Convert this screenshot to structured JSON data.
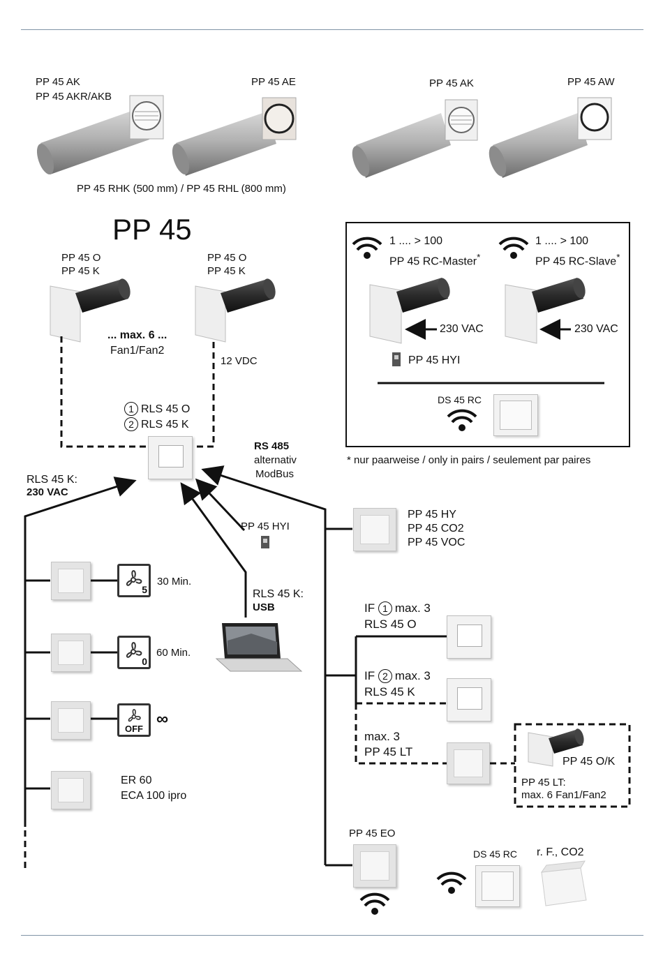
{
  "top_products": {
    "pp45ak_left": "PP 45 AK",
    "pp45akr": "PP 45 AKR/AKB",
    "pp45ae": "PP 45 AE",
    "pp45ak_right": "PP 45 AK",
    "pp45aw": "PP 45 AW",
    "tube_caption": "PP 45 RHK (500 mm) / PP 45 RHL (800 mm)"
  },
  "main": {
    "title": "PP 45",
    "unit1_line1": "PP 45 O",
    "unit1_line2": "PP 45 K",
    "unit2_line1": "PP 45 O",
    "unit2_line2": "PP 45 K",
    "max6": "... max. 6 ...",
    "fan12": "Fan1/Fan2",
    "vdc": "12 VDC",
    "rls_o_num": "1",
    "rls_o": "RLS 45 O",
    "rls_k_num": "2",
    "rls_k": "RLS 45 K",
    "rs485": "RS 485",
    "alternativ": "alternativ",
    "modbus": "ModBus",
    "rlsk_230_1": "RLS 45 K:",
    "rlsk_230_2": "230 VAC",
    "hyi_mid": "PP 45 HYI",
    "rlsk_usb_1": "RLS 45 K:",
    "rlsk_usb_2": "USB"
  },
  "legend": {
    "master_range": "1 .... > 100",
    "master_label": "PP 45 RC-Master",
    "slave_range": "1 .... > 100",
    "slave_label": "PP 45 RC-Slave",
    "asterisk": "*",
    "vac_left": "230 VAC",
    "vac_right": "230 VAC",
    "hyi": "PP 45 HYI",
    "ds45rc": "DS 45 RC",
    "footnote": "* nur paarweise / only in pairs / seulement par paires"
  },
  "switches": {
    "min30": "30 Min.",
    "min60": "60 Min.",
    "fan5": "5",
    "fan0": "0",
    "off": "OFF",
    "infinity": "∞",
    "er60": "ER 60",
    "eca": "ECA 100 ipro"
  },
  "right_side": {
    "sensor_1": "PP 45 HY",
    "sensor_2": "PP 45 CO2",
    "sensor_3": "PP 45 VOC",
    "if1_pre": "IF",
    "if1_num": "1",
    "if1_post": "max. 3",
    "if1_name": "RLS 45 O",
    "if2_pre": "IF",
    "if2_num": "2",
    "if2_post": "max. 3",
    "if2_name": "RLS 45 K",
    "lt_1": "max. 3",
    "lt_2": "PP 45 LT",
    "ok_unit": "PP 45 O/K",
    "lt_note_1": "PP 45 LT:",
    "lt_note_2": "max. 6 Fan1/Fan2",
    "eo": "PP 45 EO",
    "ds45rc": "DS 45 RC",
    "rf_co2": "r. F., CO2"
  },
  "colors": {
    "rule": "#7f93a6",
    "line": "#111111",
    "panel": "#e4e4e4",
    "tube": "#9a9a9a",
    "dark_tube": "#2b2b2b"
  }
}
